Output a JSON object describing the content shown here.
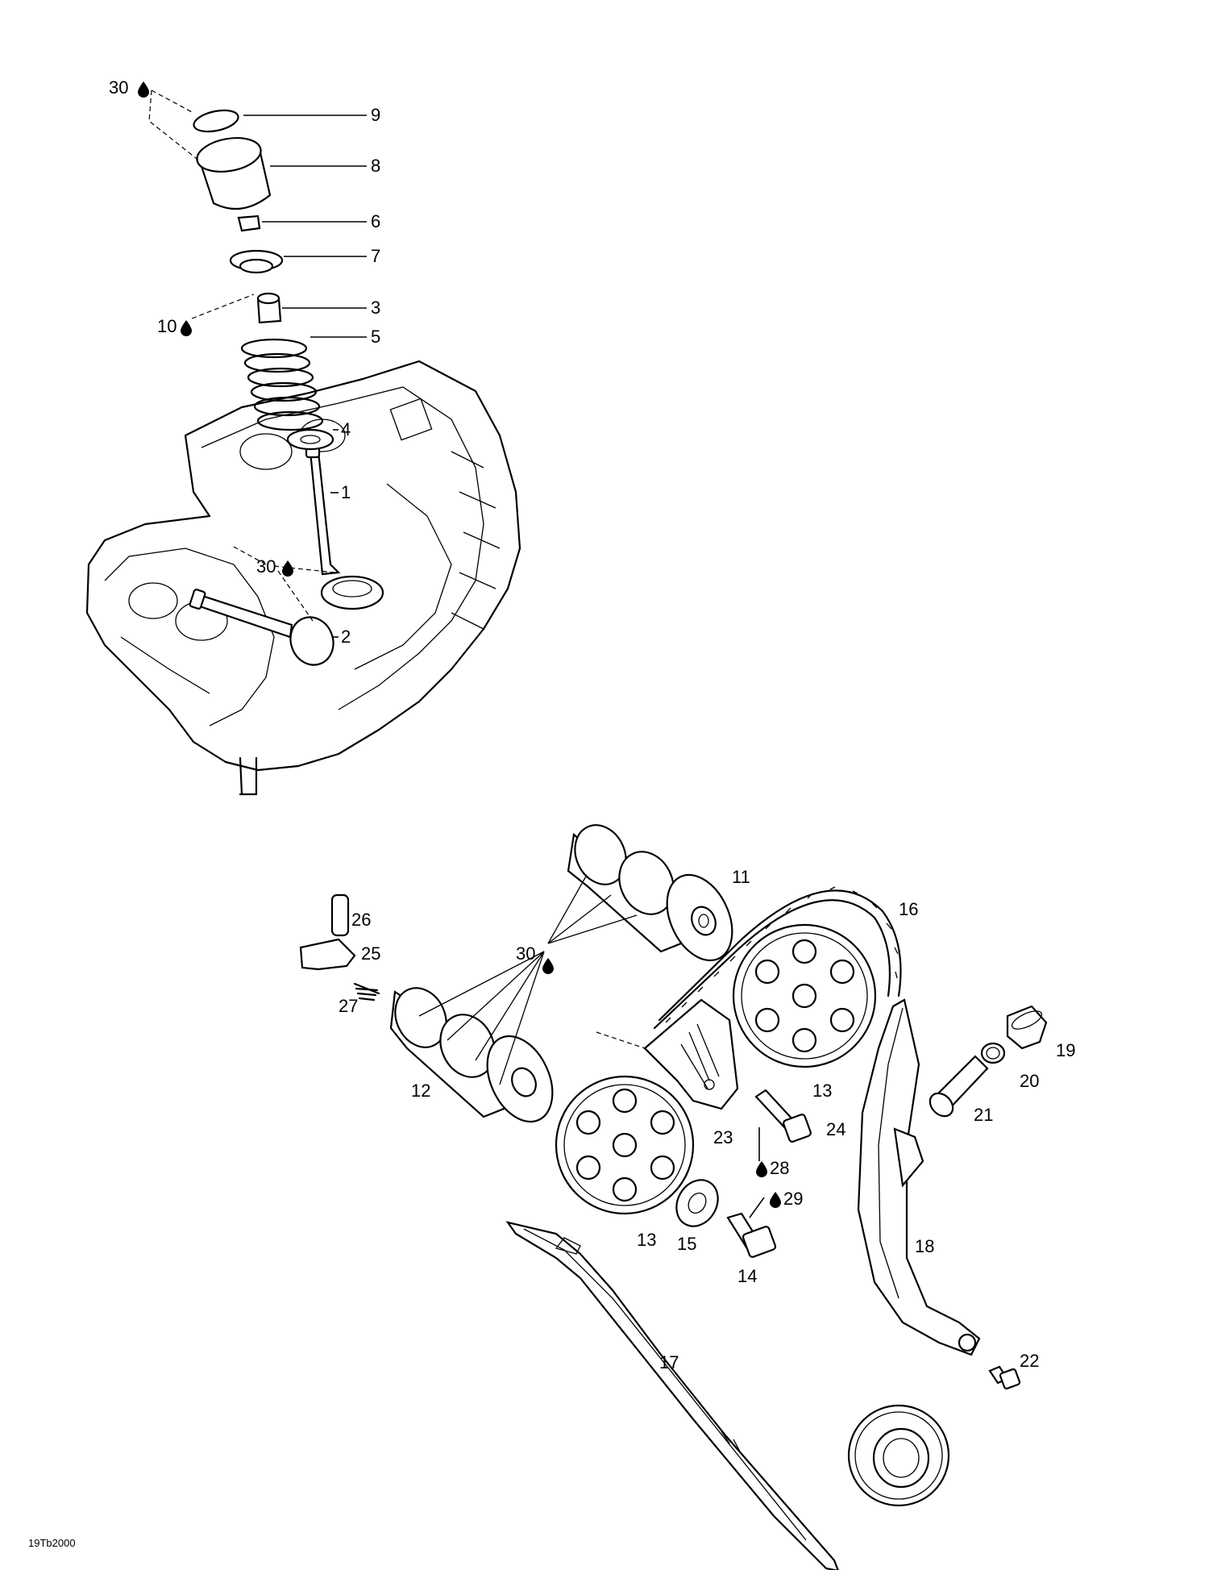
{
  "diagram": {
    "drawing_code": "19Tb2000",
    "callouts": {
      "c1": "1",
      "c2": "2",
      "c3": "3",
      "c4": "4",
      "c5": "5",
      "c6": "6",
      "c7": "7",
      "c8": "8",
      "c9": "9",
      "c10": "10",
      "c11": "11",
      "c12": "12",
      "c13a": "13",
      "c13b": "13",
      "c14": "14",
      "c15": "15",
      "c16": "16",
      "c17": "17",
      "c18": "18",
      "c19": "19",
      "c20": "20",
      "c21": "21",
      "c22": "22",
      "c23": "23",
      "c24": "24",
      "c25": "25",
      "c26": "26",
      "c27": "27",
      "c28": "28",
      "c29": "29",
      "c30a": "30",
      "c30b": "30",
      "c30c": "30"
    },
    "icon": "oil-drop-icon"
  }
}
